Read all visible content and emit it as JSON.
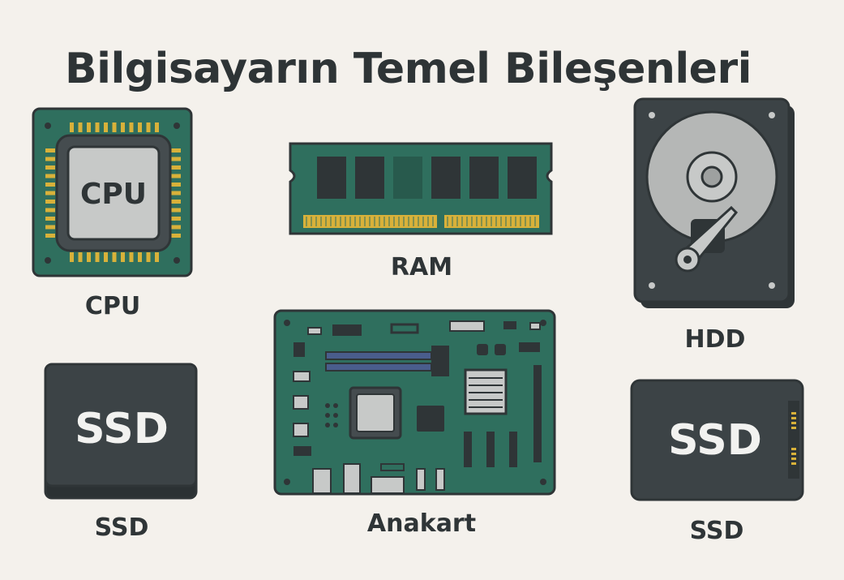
{
  "page": {
    "title": "Bilgisayarın Temel Bileşenleri"
  },
  "components": {
    "cpu": {
      "label": "CPU",
      "chip_text": "CPU"
    },
    "ram": {
      "label": "RAM"
    },
    "hdd": {
      "label": "HDD"
    },
    "ssd_left": {
      "label": "SSD",
      "body_text": "SSD"
    },
    "motherboard": {
      "label": "Anakart"
    },
    "ssd_right": {
      "label": "SSD",
      "body_text": "SSD"
    }
  },
  "colors": {
    "background": "#f4f1ec",
    "pcb_green": "#2f6f5e",
    "gold": "#d8b13a",
    "dark_gray": "#2f3537",
    "chip_gray": "#c7c9c8",
    "platter_gray": "#b5b7b6"
  }
}
